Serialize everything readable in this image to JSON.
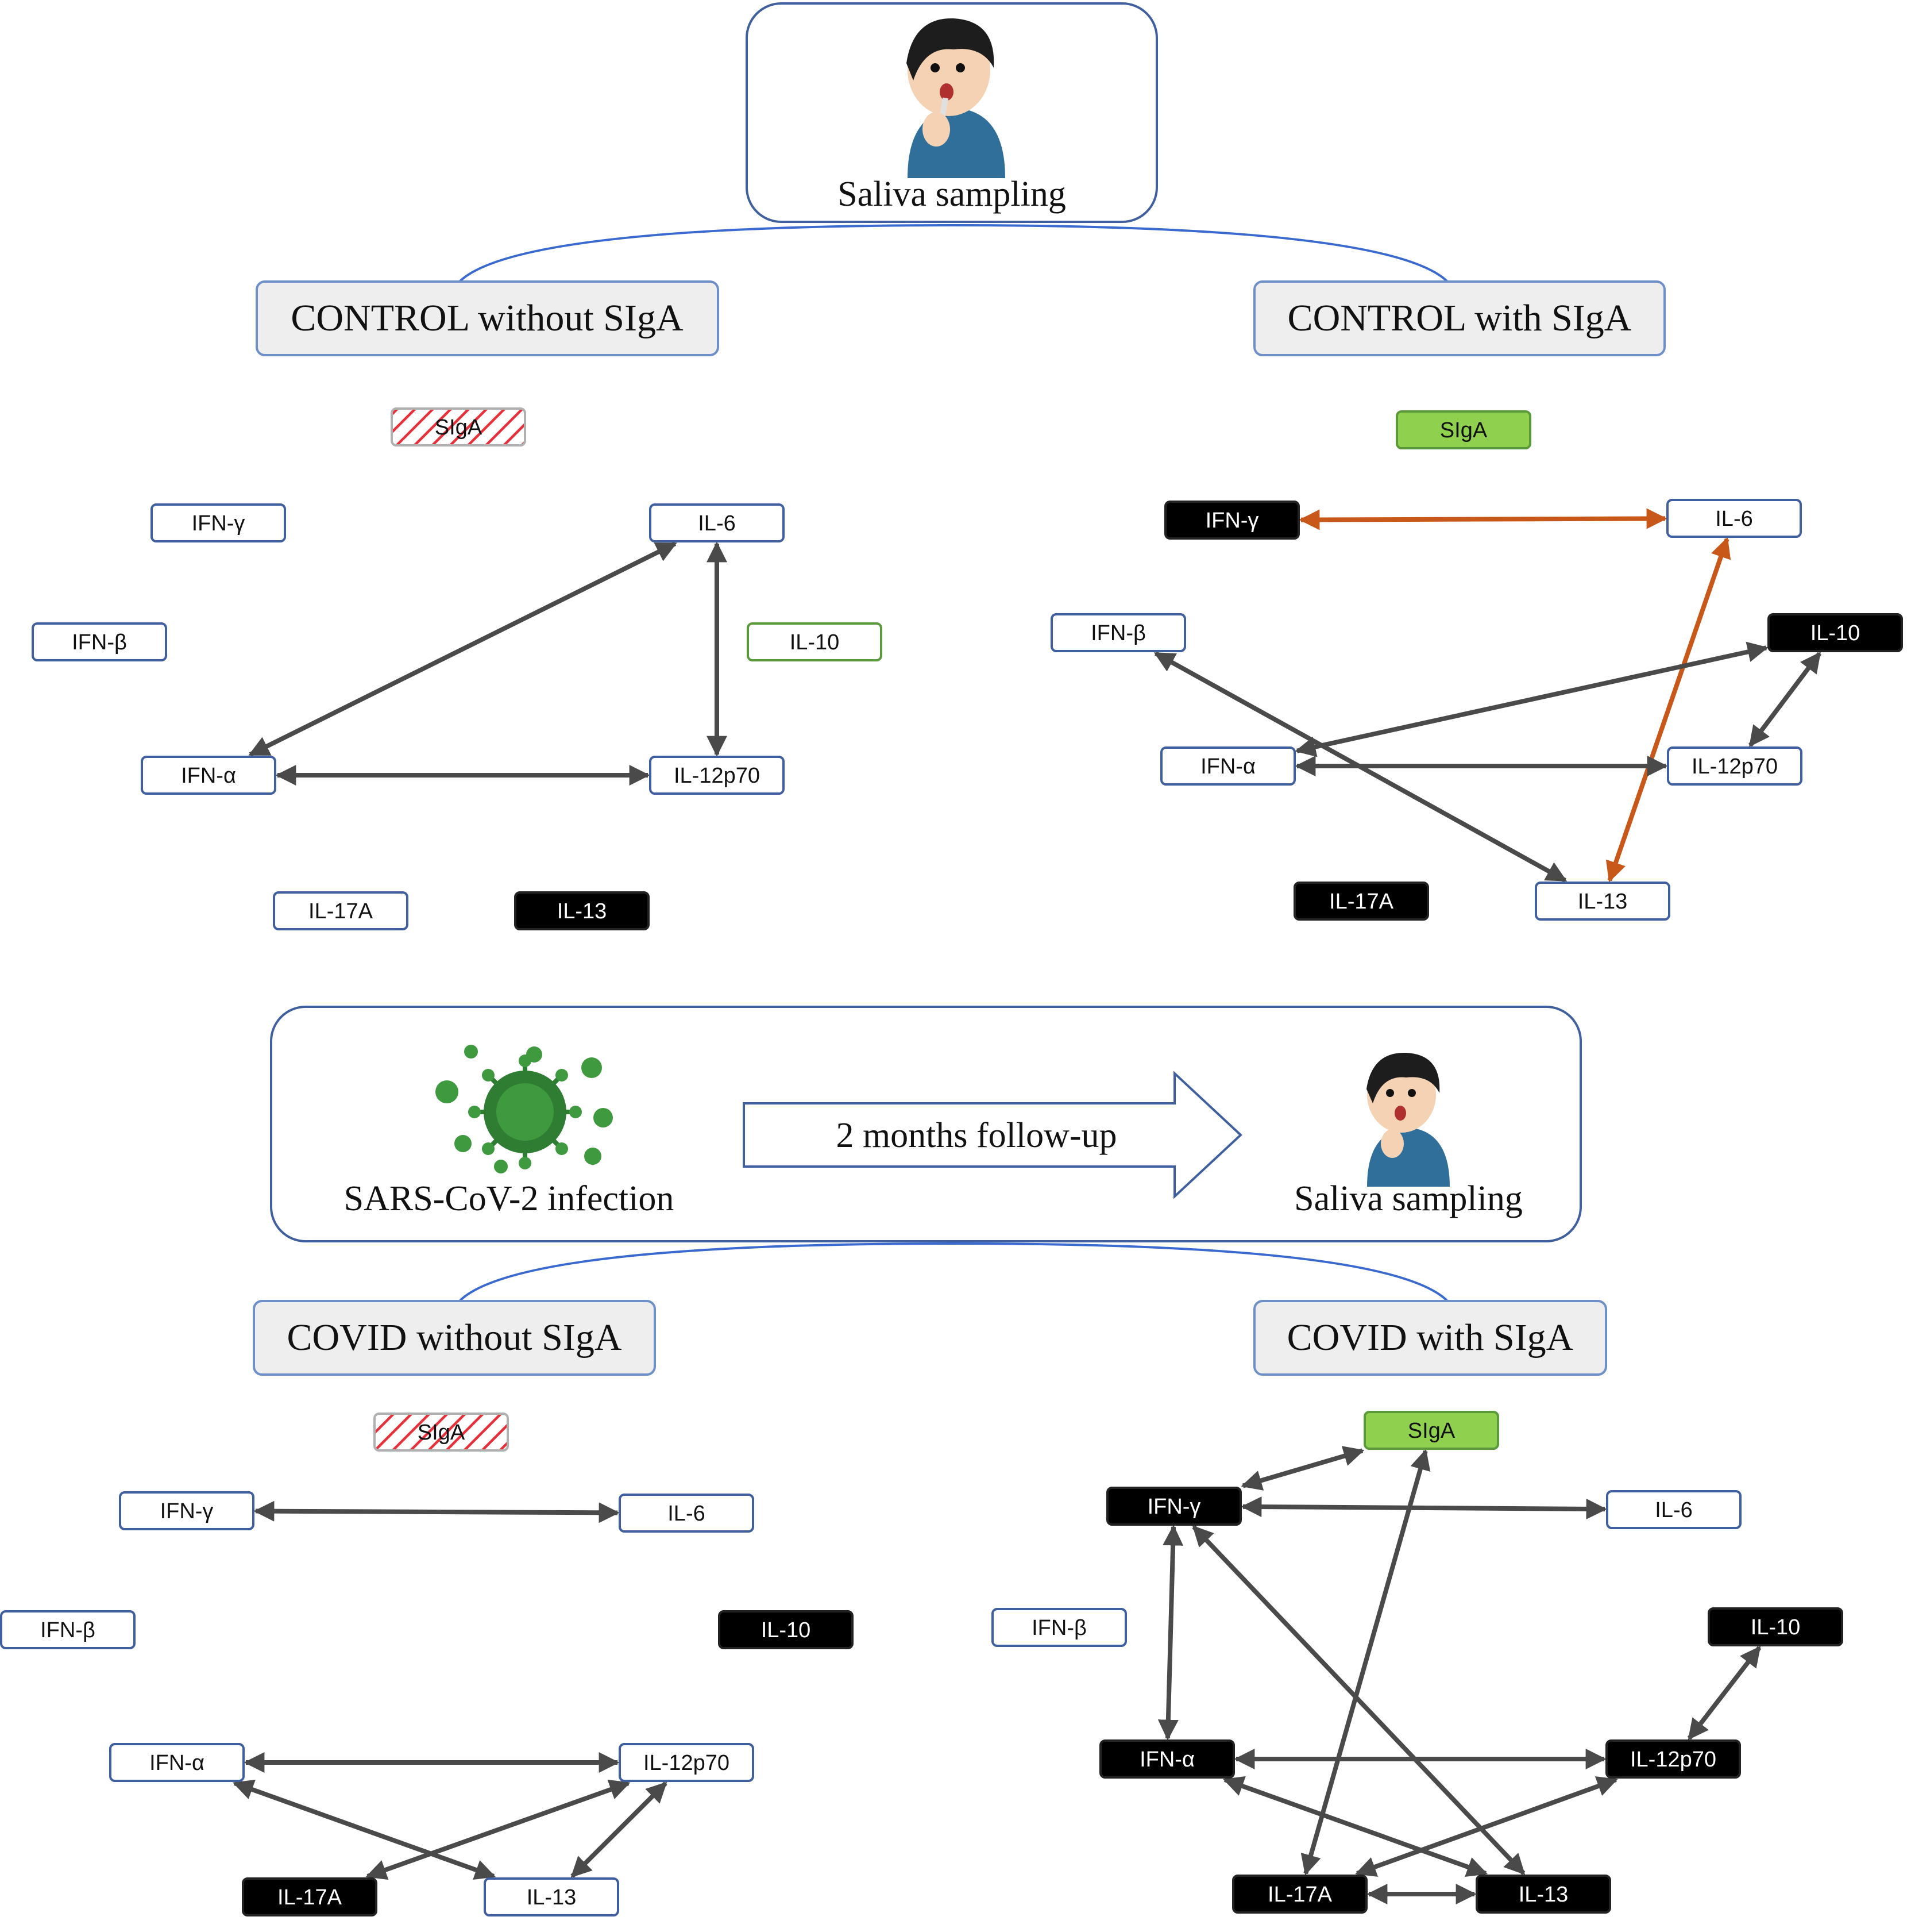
{
  "top_box": {
    "label": "Saliva sampling"
  },
  "bottom_box": {
    "infection_label": "SARS-CoV-2 infection",
    "followup_label": "2 months follow-up",
    "sampling_label": "Saliva sampling"
  },
  "colors": {
    "outline_node_border": "#3f5f9f",
    "filled_node": "#000000",
    "sIgA_present": "#8fd14f",
    "sIgA_absent_hatch": "#e8303a",
    "edge_default": "#4a4a4a",
    "edge_highlight": "#c8581a",
    "il10_green_border": "#5a9a3a",
    "group_header_fill": "#eeeeee",
    "box_border": "#3f5f9f"
  },
  "panels": [
    {
      "id": "control-without-siga",
      "title": "CONTROL without SIgA",
      "nodes": [
        {
          "id": "SIgA",
          "label": "SIgA",
          "style": "hatched"
        },
        {
          "id": "IFN-g",
          "label": "IFN-γ",
          "style": "outline"
        },
        {
          "id": "IFN-b",
          "label": "IFN-β",
          "style": "outline"
        },
        {
          "id": "IL-6",
          "label": "IL-6",
          "style": "outline"
        },
        {
          "id": "IL-10",
          "label": "IL-10",
          "style": "outline-green"
        },
        {
          "id": "IFN-a",
          "label": "IFN-α",
          "style": "outline"
        },
        {
          "id": "IL-12p70",
          "label": "IL-12p70",
          "style": "outline"
        },
        {
          "id": "IL-17A",
          "label": "IL-17A",
          "style": "outline"
        },
        {
          "id": "IL-13",
          "label": "IL-13",
          "style": "filled"
        }
      ],
      "edges": [
        {
          "from": "IL-6",
          "to": "IFN-a",
          "color": "default"
        },
        {
          "from": "IL-6",
          "to": "IL-12p70",
          "color": "default"
        },
        {
          "from": "IFN-a",
          "to": "IL-12p70",
          "color": "default"
        }
      ]
    },
    {
      "id": "control-with-siga",
      "title": "CONTROL with SIgA",
      "nodes": [
        {
          "id": "SIgA",
          "label": "SIgA",
          "style": "green"
        },
        {
          "id": "IFN-g",
          "label": "IFN-γ",
          "style": "filled"
        },
        {
          "id": "IL-6",
          "label": "IL-6",
          "style": "outline"
        },
        {
          "id": "IFN-b",
          "label": "IFN-β",
          "style": "outline"
        },
        {
          "id": "IL-10",
          "label": "IL-10",
          "style": "filled"
        },
        {
          "id": "IFN-a",
          "label": "IFN-α",
          "style": "outline"
        },
        {
          "id": "IL-12p70",
          "label": "IL-12p70",
          "style": "outline"
        },
        {
          "id": "IL-17A",
          "label": "IL-17A",
          "style": "filled"
        },
        {
          "id": "IL-13",
          "label": "IL-13",
          "style": "outline"
        }
      ],
      "edges": [
        {
          "from": "IFN-g",
          "to": "IL-6",
          "color": "highlight"
        },
        {
          "from": "IL-6",
          "to": "IL-13",
          "color": "highlight"
        },
        {
          "from": "IFN-b",
          "to": "IL-13",
          "color": "default"
        },
        {
          "from": "IL-10",
          "to": "IFN-a",
          "color": "default"
        },
        {
          "from": "IL-10",
          "to": "IL-12p70",
          "color": "default"
        },
        {
          "from": "IFN-a",
          "to": "IL-12p70",
          "color": "default"
        }
      ]
    },
    {
      "id": "covid-without-siga",
      "title": "COVID without SIgA",
      "nodes": [
        {
          "id": "SIgA",
          "label": "SIgA",
          "style": "hatched"
        },
        {
          "id": "IFN-g",
          "label": "IFN-γ",
          "style": "outline"
        },
        {
          "id": "IL-6",
          "label": "IL-6",
          "style": "outline"
        },
        {
          "id": "IFN-b",
          "label": "IFN-β",
          "style": "outline"
        },
        {
          "id": "IL-10",
          "label": "IL-10",
          "style": "filled"
        },
        {
          "id": "IFN-a",
          "label": "IFN-α",
          "style": "outline"
        },
        {
          "id": "IL-12p70",
          "label": "IL-12p70",
          "style": "outline"
        },
        {
          "id": "IL-17A",
          "label": "IL-17A",
          "style": "filled"
        },
        {
          "id": "IL-13",
          "label": "IL-13",
          "style": "outline"
        }
      ],
      "edges": [
        {
          "from": "IFN-g",
          "to": "IL-6",
          "color": "default"
        },
        {
          "from": "IFN-a",
          "to": "IL-12p70",
          "color": "default"
        },
        {
          "from": "IFN-a",
          "to": "IL-13",
          "color": "default"
        },
        {
          "from": "IL-12p70",
          "to": "IL-17A",
          "color": "default"
        },
        {
          "from": "IL-12p70",
          "to": "IL-13",
          "color": "default"
        }
      ]
    },
    {
      "id": "covid-with-siga",
      "title": "COVID with SIgA",
      "nodes": [
        {
          "id": "SIgA",
          "label": "SIgA",
          "style": "green"
        },
        {
          "id": "IFN-g",
          "label": "IFN-γ",
          "style": "filled"
        },
        {
          "id": "IL-6",
          "label": "IL-6",
          "style": "outline"
        },
        {
          "id": "IFN-b",
          "label": "IFN-β",
          "style": "outline"
        },
        {
          "id": "IL-10",
          "label": "IL-10",
          "style": "filled"
        },
        {
          "id": "IFN-a",
          "label": "IFN-α",
          "style": "filled"
        },
        {
          "id": "IL-12p70",
          "label": "IL-12p70",
          "style": "filled"
        },
        {
          "id": "IL-17A",
          "label": "IL-17A",
          "style": "filled"
        },
        {
          "id": "IL-13",
          "label": "IL-13",
          "style": "filled"
        }
      ],
      "edges": [
        {
          "from": "IFN-g",
          "to": "SIgA",
          "color": "default"
        },
        {
          "from": "IL-17A",
          "to": "SIgA",
          "color": "default"
        },
        {
          "from": "IFN-g",
          "to": "IL-6",
          "color": "default"
        },
        {
          "from": "IFN-g",
          "to": "IFN-a",
          "color": "default"
        },
        {
          "from": "IFN-g",
          "to": "IL-13",
          "color": "default"
        },
        {
          "from": "IL-10",
          "to": "IL-12p70",
          "color": "default"
        },
        {
          "from": "IFN-a",
          "to": "IL-12p70",
          "color": "default"
        },
        {
          "from": "IFN-a",
          "to": "IL-13",
          "color": "default"
        },
        {
          "from": "IL-12p70",
          "to": "IL-17A",
          "color": "default"
        },
        {
          "from": "IL-17A",
          "to": "IL-13",
          "color": "default"
        }
      ]
    }
  ]
}
